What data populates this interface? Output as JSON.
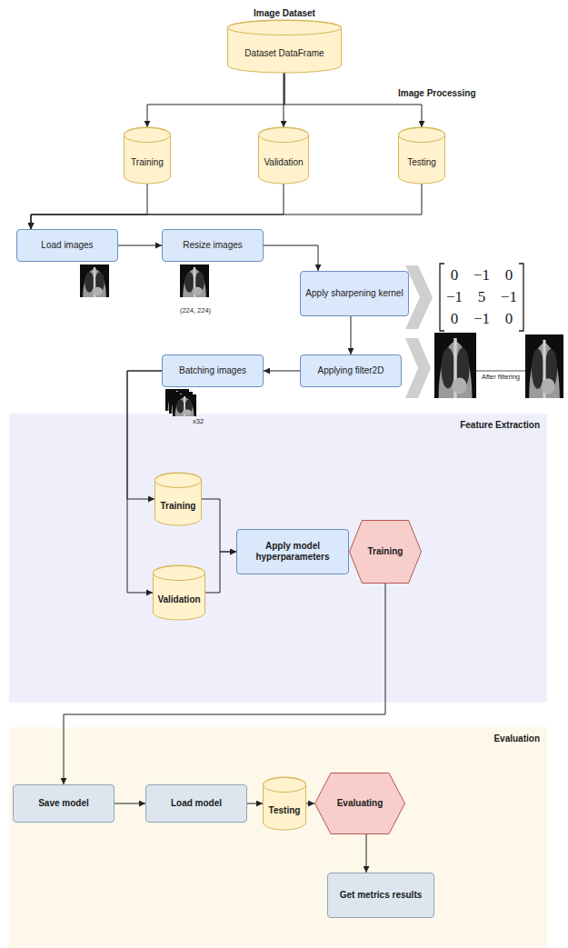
{
  "diagram": {
    "nodes": [
      {
        "text": [
          "Dataset DataFrame"
        ]
      },
      {
        "text": [
          "Training"
        ]
      },
      {
        "text": [
          "Validation"
        ]
      },
      {
        "text": [
          "Testing"
        ]
      },
      {
        "text": [
          "Load images"
        ]
      },
      {
        "text": [
          "Resize images"
        ]
      },
      {
        "text": [
          "Apply sharpening kernel"
        ]
      },
      {
        "text": [
          "Applying filter2D"
        ]
      },
      {
        "text": [
          "Batching images"
        ]
      },
      {
        "text": [
          "Feature Extraction"
        ]
      },
      {
        "text": [
          "Training"
        ],
        "in": 9
      },
      {
        "text": [
          "Validation"
        ],
        "in": 9
      },
      {
        "text": [
          "Apply model hyperparameters"
        ],
        "in": 9
      },
      {
        "text": [
          "Training"
        ],
        "in": 9
      },
      {
        "text": [
          "Evaluation"
        ]
      },
      {
        "text": [
          "Save model"
        ],
        "in": 14
      },
      {
        "text": [
          "Load model"
        ],
        "in": 14
      },
      {
        "text": [
          "Testing"
        ],
        "in": 14
      },
      {
        "text": [
          "Evaluating"
        ],
        "in": 14
      },
      {
        "text": [
          "Get metrics results"
        ],
        "in": 14
      }
    ],
    "edges": [
      {
        "from": 0,
        "to": 1,
        "arrow": "to"
      },
      {
        "from": 0,
        "to": 2,
        "arrow": "to"
      },
      {
        "from": 0,
        "to": 3,
        "arrow": "to"
      },
      {
        "from": 1,
        "to": 4,
        "arrow": "to"
      },
      {
        "from": 2,
        "to": 4,
        "arrow": "to"
      },
      {
        "from": 3,
        "to": 4,
        "arrow": "to"
      },
      {
        "from": 4,
        "to": 5,
        "arrow": "to"
      },
      {
        "from": 5,
        "to": 6,
        "arrow": "to"
      },
      {
        "from": 6,
        "to": 7,
        "arrow": "to"
      },
      {
        "from": 7,
        "to": 8,
        "arrow": "to"
      },
      {
        "from": 8,
        "to": 10,
        "arrow": "to"
      },
      {
        "from": 8,
        "to": 11,
        "arrow": "to"
      },
      {
        "from": 10,
        "to": 12,
        "arrow": "to"
      },
      {
        "from": 11,
        "to": 12,
        "arrow": "to"
      },
      {
        "from": 12,
        "to": 13,
        "arrow": "to"
      },
      {
        "from": 13,
        "to": 15,
        "arrow": "to"
      },
      {
        "from": 15,
        "to": 16,
        "arrow": "to"
      },
      {
        "from": 16,
        "to": 17,
        "arrow": "to"
      },
      {
        "from": 17,
        "to": 18,
        "arrow": "to"
      },
      {
        "from": 18,
        "to": 19,
        "arrow": "to"
      }
    ],
    "labels": [
      "Image Dataset",
      "Image Processing",
      "(224, 224)",
      "After filtering",
      "x32",
      "0",
      "−1",
      "0",
      "−1",
      "5",
      "−1",
      "0",
      "−1",
      "0"
    ]
  }
}
